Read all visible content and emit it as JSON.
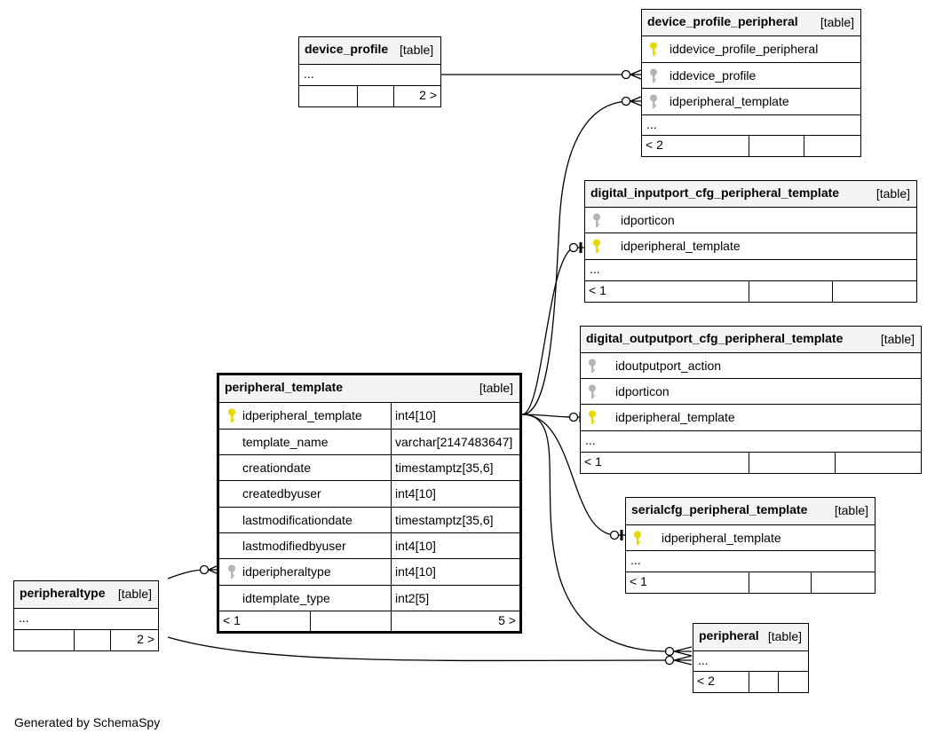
{
  "tables": {
    "device_profile": {
      "name": "device_profile",
      "tag": "[table]",
      "ellipsis": "...",
      "footer": [
        "",
        "",
        "2 >"
      ]
    },
    "device_profile_peripheral": {
      "name": "device_profile_peripheral",
      "tag": "[table]",
      "columns": [
        {
          "name": "iddevice_profile_peripheral",
          "key": "primary"
        },
        {
          "name": "iddevice_profile",
          "key": "foreign"
        },
        {
          "name": "idperipheral_template",
          "key": "foreign"
        }
      ],
      "ellipsis": "...",
      "footer": [
        "< 2",
        "",
        ""
      ]
    },
    "digital_inputport_cfg_peripheral_template": {
      "name": "digital_inputport_cfg_peripheral_template",
      "tag": "[table]",
      "columns": [
        {
          "name": "idporticon",
          "key": "foreign"
        },
        {
          "name": "idperipheral_template",
          "key": "primary"
        }
      ],
      "ellipsis": "...",
      "footer": [
        "< 1",
        "",
        ""
      ]
    },
    "digital_outputport_cfg_peripheral_template": {
      "name": "digital_outputport_cfg_peripheral_template",
      "tag": "[table]",
      "columns": [
        {
          "name": "idoutputport_action",
          "key": "foreign"
        },
        {
          "name": "idporticon",
          "key": "foreign"
        },
        {
          "name": "idperipheral_template",
          "key": "primary"
        }
      ],
      "ellipsis": "...",
      "footer": [
        "< 1",
        "",
        ""
      ]
    },
    "peripheral_template": {
      "name": "peripheral_template",
      "tag": "[table]",
      "columns": [
        {
          "name": "idperipheral_template",
          "type": "int4[10]",
          "key": "primary"
        },
        {
          "name": "template_name",
          "type": "varchar[2147483647]",
          "key": ""
        },
        {
          "name": "creationdate",
          "type": "timestamptz[35,6]",
          "key": ""
        },
        {
          "name": "createdbyuser",
          "type": "int4[10]",
          "key": ""
        },
        {
          "name": "lastmodificationdate",
          "type": "timestamptz[35,6]",
          "key": ""
        },
        {
          "name": "lastmodifiedbyuser",
          "type": "int4[10]",
          "key": ""
        },
        {
          "name": "idperipheraltype",
          "type": "int4[10]",
          "key": "foreign"
        },
        {
          "name": "idtemplate_type",
          "type": "int2[5]",
          "key": ""
        }
      ],
      "footer": [
        "< 1",
        "",
        "5 >"
      ]
    },
    "serialcfg_peripheral_template": {
      "name": "serialcfg_peripheral_template",
      "tag": "[table]",
      "columns": [
        {
          "name": "idperipheral_template",
          "key": "primary"
        }
      ],
      "ellipsis": "...",
      "footer": [
        "< 1",
        "",
        ""
      ]
    },
    "peripheraltype": {
      "name": "peripheraltype",
      "tag": "[table]",
      "ellipsis": "...",
      "footer": [
        "",
        "",
        "2 >"
      ]
    },
    "peripheral": {
      "name": "peripheral",
      "tag": "[table]",
      "ellipsis": "...",
      "footer": [
        "< 2",
        "",
        ""
      ]
    }
  },
  "key_colors": {
    "primary": "#e6d800",
    "foreign": "#b4b4b4"
  },
  "footer_note": "Generated by SchemaSpy"
}
